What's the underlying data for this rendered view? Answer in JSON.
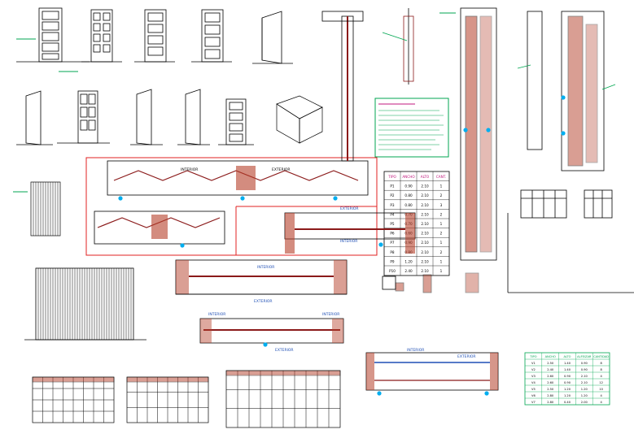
{
  "colors": {
    "line": "#000000",
    "wood": "#8b1a1a",
    "wood_fill": "#b5402a",
    "accent_green": "#00a651",
    "accent_cyan": "#00aeef",
    "accent_blue": "#1f4fb5",
    "accent_red": "#e02020",
    "accent_magenta": "#c0187c",
    "accent_yellow": "#d4c000"
  },
  "labels": {
    "interior": "INTERIOR",
    "exterior": "EXTERIOR"
  },
  "door_schedule": {
    "headers": [
      "TIPO",
      "ANCHO",
      "ALTO",
      "CANT."
    ],
    "rows": [
      [
        "P1",
        "0.90",
        "2.10",
        "1"
      ],
      [
        "P2",
        "0.80",
        "2.10",
        "2"
      ],
      [
        "P3",
        "0.80",
        "2.10",
        "3"
      ],
      [
        "P4",
        "0.70",
        "2.10",
        "2"
      ],
      [
        "P5",
        "0.70",
        "2.10",
        "1"
      ],
      [
        "P6",
        "0.60",
        "2.10",
        "2"
      ],
      [
        "P7",
        "0.90",
        "2.10",
        "1"
      ],
      [
        "P8",
        "0.80",
        "2.10",
        "2"
      ],
      [
        "P9",
        "1.20",
        "2.10",
        "1"
      ],
      [
        "P10",
        "2.40",
        "2.10",
        "1"
      ]
    ]
  },
  "window_schedule": {
    "headers": [
      "TIPO",
      "ANCHO",
      "ALTO",
      "ALFEIZAR",
      "CANTIDAD"
    ],
    "rows": [
      [
        "V1",
        "2.50",
        "1.40",
        "0.90",
        "8"
      ],
      [
        "V2",
        "2.40",
        "1.40",
        "0.90",
        "8"
      ],
      [
        "V3",
        "2.60",
        "0.90",
        "2.10",
        "4"
      ],
      [
        "V4",
        "2.60",
        "0.90",
        "2.10",
        "12"
      ],
      [
        "V5",
        "2.50",
        "1.20",
        "1.20",
        "10"
      ],
      [
        "V6",
        "2.80",
        "1.20",
        "1.20",
        "4"
      ],
      [
        "V7",
        "2.80",
        "0.40",
        "2.00",
        "4"
      ]
    ]
  },
  "icons": [
    "section-marker-icon",
    "leader-arrow-icon"
  ]
}
